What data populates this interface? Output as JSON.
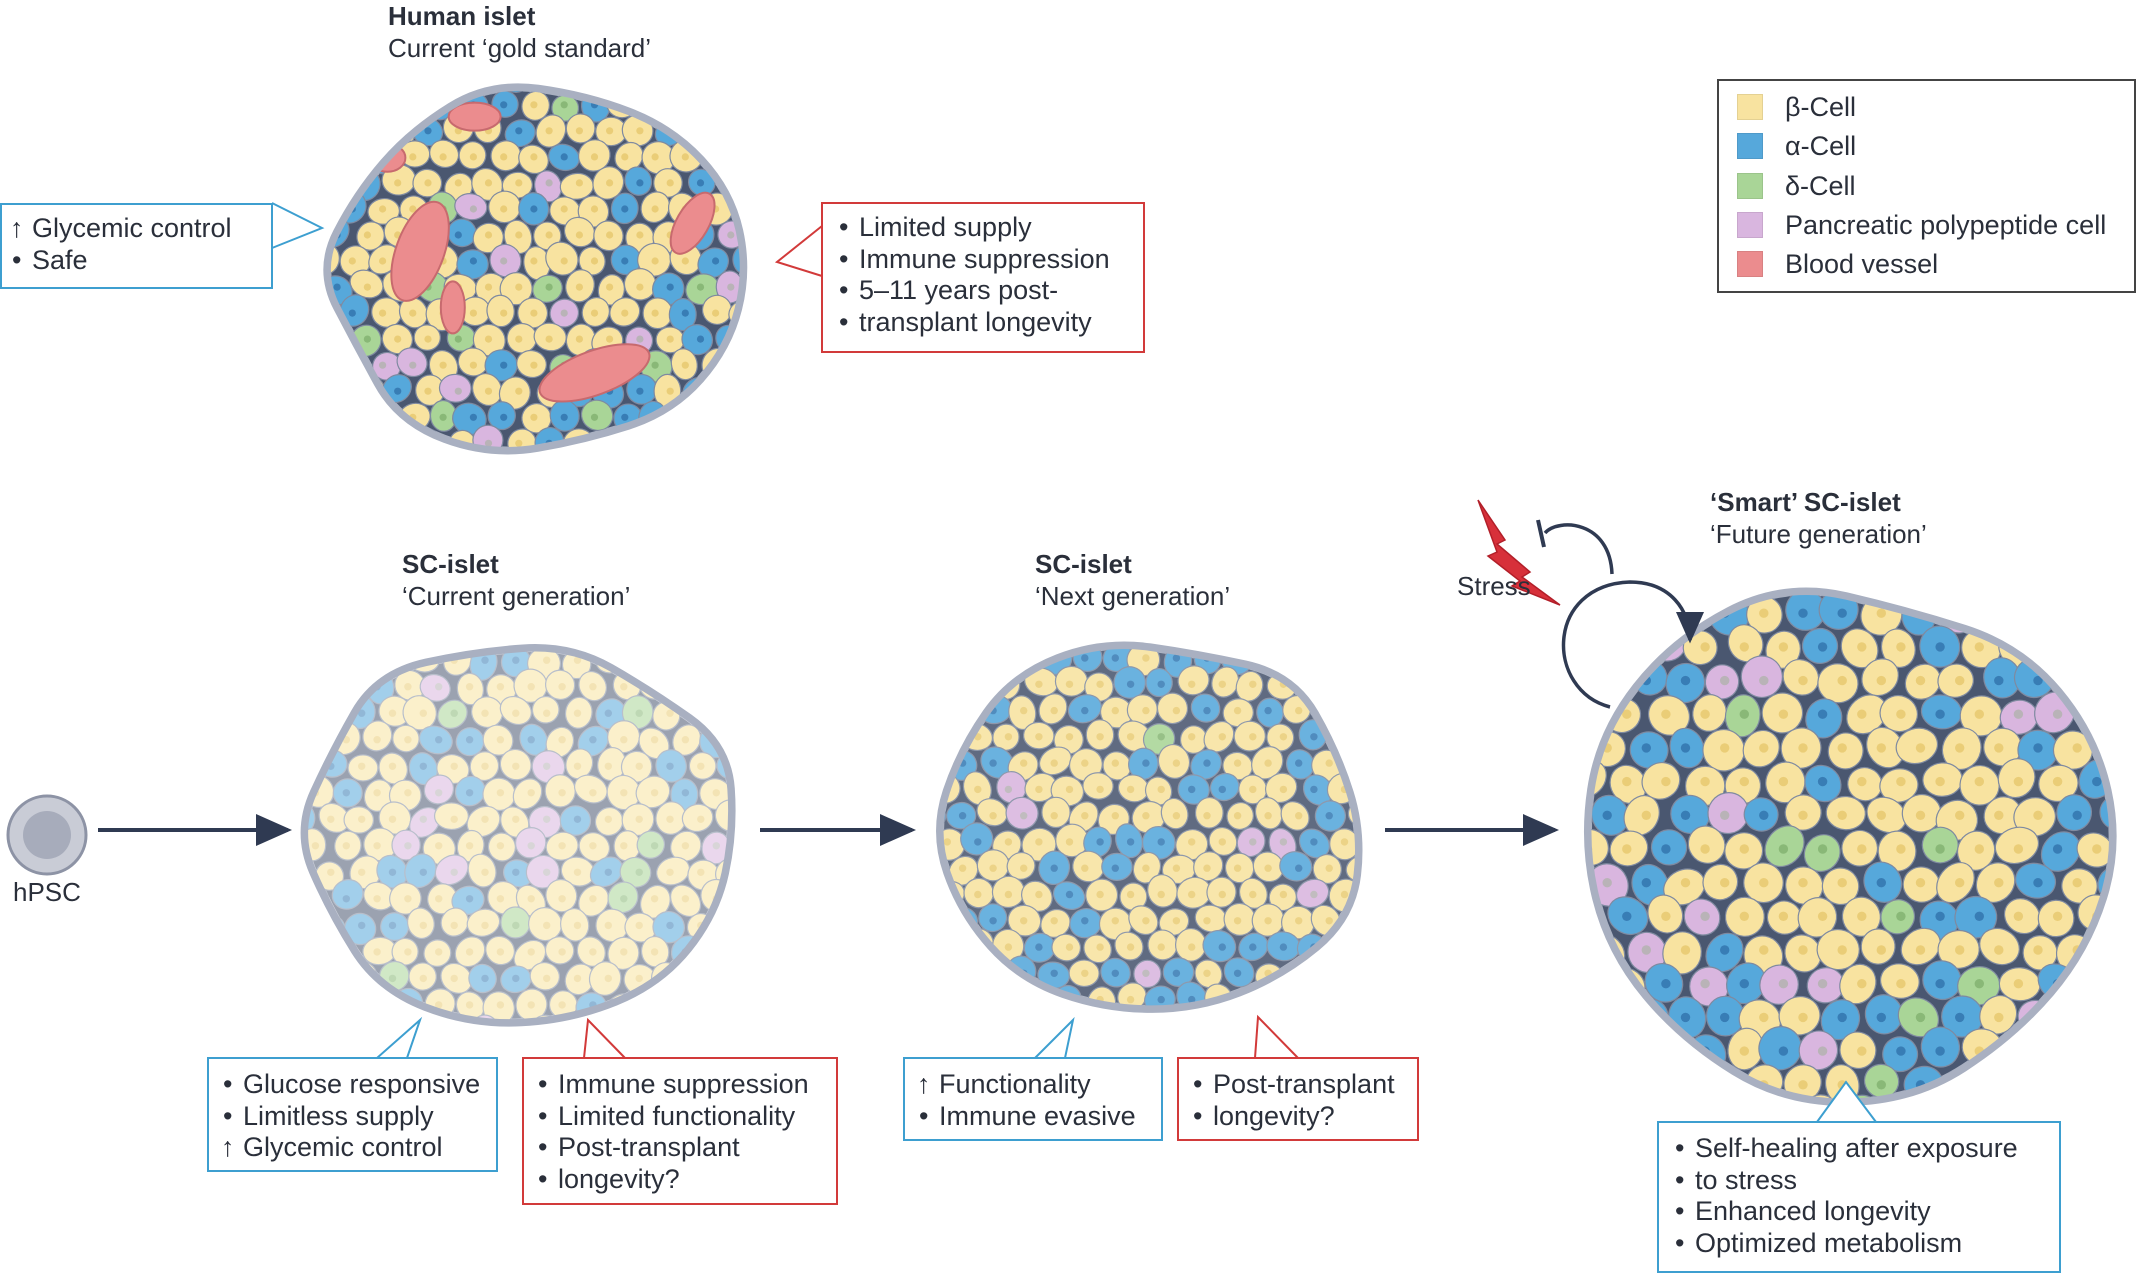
{
  "colors": {
    "beta": "#f8e3a0",
    "alpha": "#56a8db",
    "delta": "#a9d597",
    "pp": "#d9b6df",
    "vessel": "#eb8c8e",
    "membrane": "#a9b0c1",
    "arrow": "#2f3a52",
    "stress": "#d7303a",
    "blue_box": "#3d9fd0",
    "red_box": "#d23a3a"
  },
  "legend": [
    {
      "label": "β-Cell",
      "color": "#f8e3a0"
    },
    {
      "label": "α-Cell",
      "color": "#56a8db"
    },
    {
      "label": "δ-Cell",
      "color": "#a9d597"
    },
    {
      "label": "Pancreatic polypeptide cell",
      "color": "#d9b6df"
    },
    {
      "label": "Blood vessel",
      "color": "#eb8c8e"
    }
  ],
  "human_islet": {
    "title": "Human islet",
    "subtitle": "Current ‘gold standard’",
    "pros": [
      "Glycemic control",
      "Safe"
    ],
    "cons": [
      "Limited supply",
      "Immune suppression",
      "5–11 years post-",
      "transplant longevity"
    ]
  },
  "current_gen": {
    "title": "SC-islet",
    "subtitle": "‘Current generation’",
    "pros": [
      "Glucose responsive",
      "Limitless supply",
      "Glycemic control"
    ],
    "cons": [
      "Immune suppression",
      "Limited functionality",
      "Post-transplant",
      "longevity?"
    ]
  },
  "next_gen": {
    "title": "SC-islet",
    "subtitle": "‘Next generation’",
    "pros": [
      "Functionality",
      "Immune evasive"
    ],
    "cons": [
      "Post-transplant",
      "longevity?"
    ]
  },
  "future_gen": {
    "title": "‘Smart’ SC-islet",
    "subtitle": "‘Future generation’",
    "pros": [
      "Self-healing after exposure",
      "to stress",
      "Enhanced longevity",
      "Optimized metabolism"
    ]
  },
  "hpsc_label": "hPSC",
  "stress_label": "Stress"
}
